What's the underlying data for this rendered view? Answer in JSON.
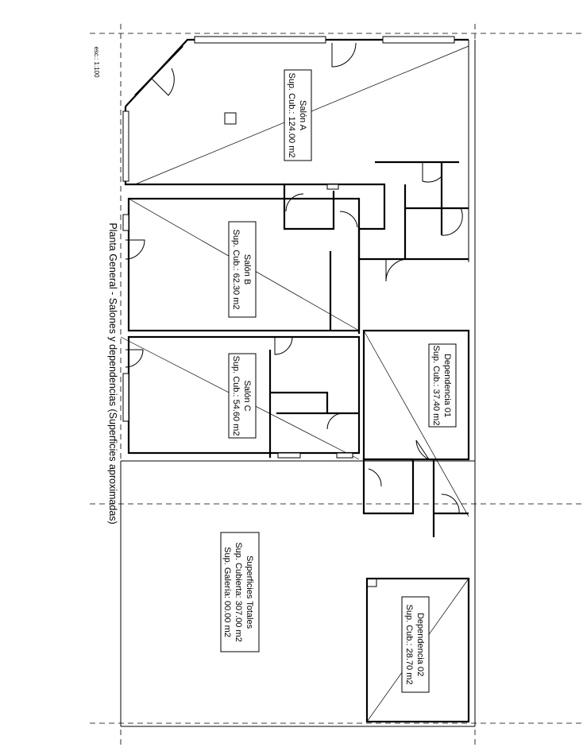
{
  "drawing": {
    "title": "Planta General - Salones y dependencias (Superficies aproximadas)",
    "scale": "esc.: 1:100"
  },
  "rooms": [
    {
      "name": "Salón A",
      "area": "Sup. Cub.: 124.00 m2"
    },
    {
      "name": "Salón B",
      "area": "Sup. Cub.: 62.30 m2"
    },
    {
      "name": "Salón C",
      "area": "Sup. Cub.: 54.60 m2"
    },
    {
      "name": "Dependencia 01",
      "area": "Sup. Cub.: 37.40 m2"
    },
    {
      "name": "Dependencia 02",
      "area": "Sup. Cub.: 28.70 m2"
    }
  ],
  "totals": {
    "title": "Superficies Totales",
    "covered": "Sup. Cubierta: 307.00 m2",
    "gallery": "Sup. Galería: 00.00 m2"
  }
}
